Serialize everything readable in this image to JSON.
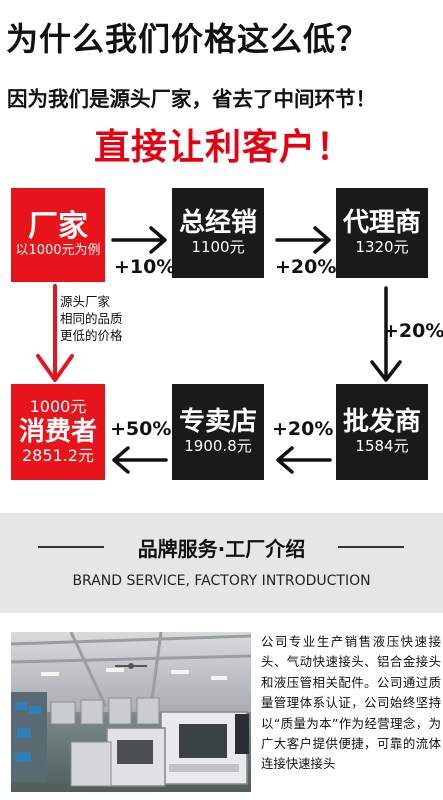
{
  "headline": {
    "line1": "为什么我们价格这么低？",
    "line2": "因为我们是源头厂家，省去了中间环节！",
    "line3": "直接让利客户！"
  },
  "flow": {
    "factory": {
      "name": "厂家",
      "sub": "以1000元为例"
    },
    "distributor": {
      "name": "总经销",
      "price": "1100元"
    },
    "agent": {
      "name": "代理商",
      "price": "1320元"
    },
    "wholesaler": {
      "name": "批发商",
      "price": "1584元"
    },
    "store": {
      "name": "专卖店",
      "price": "1900.8元"
    },
    "consumer": {
      "top": "1000元",
      "name": "消费者",
      "price": "2851.2元"
    },
    "pct_factory_distributor": "+10%",
    "pct_distributor_agent": "+20%",
    "pct_agent_wholesaler": "+20%",
    "pct_wholesaler_store": "+20%",
    "pct_store_consumer": "+50%",
    "direct_note": [
      "源头厂家",
      "相同的品质",
      "更低的价格"
    ]
  },
  "section": {
    "title": "品牌服务·工厂介绍",
    "subtitle": "BRAND SERVICE, FACTORY INTRODUCTION"
  },
  "intro": {
    "text": "公司专业生产销售液压快速接头、气动快速接头、铝合金接头和液压管相关配件。公司通过质量管理体系认证，公司始终坚持以“质量为本”作为经营理念，为广大客户提供便捷，可靠的流体连接快速接头"
  },
  "colors": {
    "accent_red": "#e8141b",
    "dark_box": "#1a1a1a",
    "band_gray": "#e6e6e6"
  }
}
